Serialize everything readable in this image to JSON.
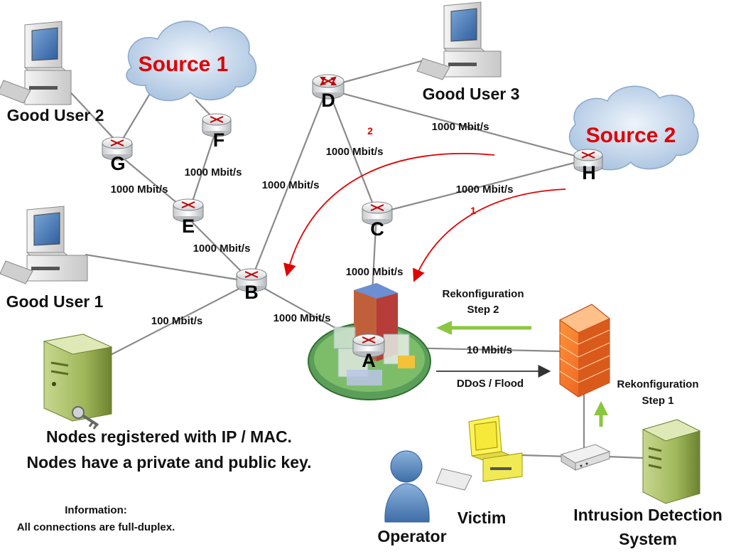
{
  "sources": [
    "Source 1",
    "Source 2"
  ],
  "routers": [
    "A",
    "B",
    "C",
    "D",
    "E",
    "F",
    "G",
    "H"
  ],
  "users": {
    "good_user_1": "Good User 1",
    "good_user_2": "Good User 2",
    "good_user_3": "Good User 3",
    "victim": "Victim",
    "operator": "Operator",
    "ids_line1": "Intrusion Detection",
    "ids_line2": "System"
  },
  "links": {
    "g_e": "1000 Mbit/s",
    "f_e": "1000 Mbit/s",
    "e_b": "1000 Mbit/s",
    "d_b": "1000 Mbit/s",
    "d_c": "1000 Mbit/s",
    "d_h": "1000 Mbit/s",
    "c_h": "1000 Mbit/s",
    "c_a": "1000 Mbit/s",
    "b_a": "1000 Mbit/s",
    "b_server": "100 Mbit/s",
    "a_firewall": "10 Mbit/s"
  },
  "flows": {
    "flood": "DDoS / Flood",
    "arrow1": "1",
    "arrow2": "2"
  },
  "reconfig": {
    "step1_line1": "Rekonfiguration",
    "step1_line2": "Step 1",
    "step2_line1": "Rekonfiguration",
    "step2_line2": "Step 2"
  },
  "notes": {
    "line1": "Nodes registered with IP / MAC.",
    "line2": "Nodes have a private and public key."
  },
  "info": {
    "title": "Information:",
    "text": "All connections are full-duplex."
  },
  "colors": {
    "link": "#8a8a8a",
    "attack_arrow": "#e00000",
    "reconfig_arrow": "#8cc63f",
    "source_text": "#e00000"
  }
}
